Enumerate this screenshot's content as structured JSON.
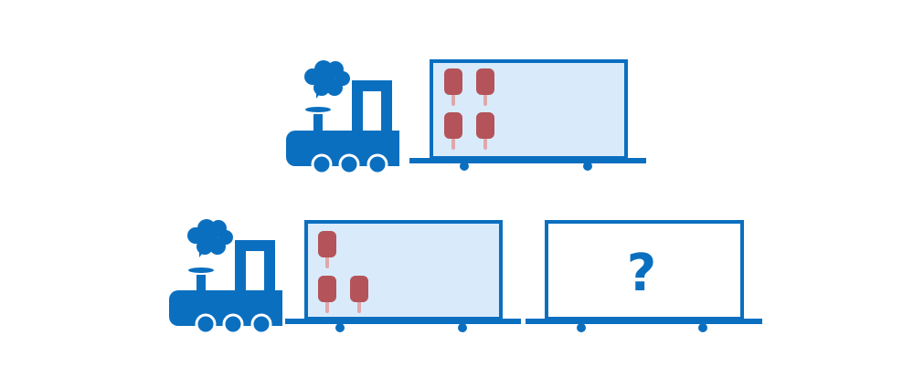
{
  "colors": {
    "blue": "#0b6fc0",
    "light_blue": "#d9ebfb",
    "popsicle": "#b4535a",
    "popsicle_dark": "#9a3e45",
    "stick": "#e0a7ab",
    "white": "#ffffff"
  },
  "trains": [
    {
      "name": "train-top",
      "cars": [
        {
          "kind": "loaded",
          "popsicles": 4
        }
      ]
    },
    {
      "name": "train-bottom",
      "cars": [
        {
          "kind": "loaded",
          "popsicles": 3
        },
        {
          "kind": "unknown",
          "label": "?"
        }
      ]
    }
  ]
}
